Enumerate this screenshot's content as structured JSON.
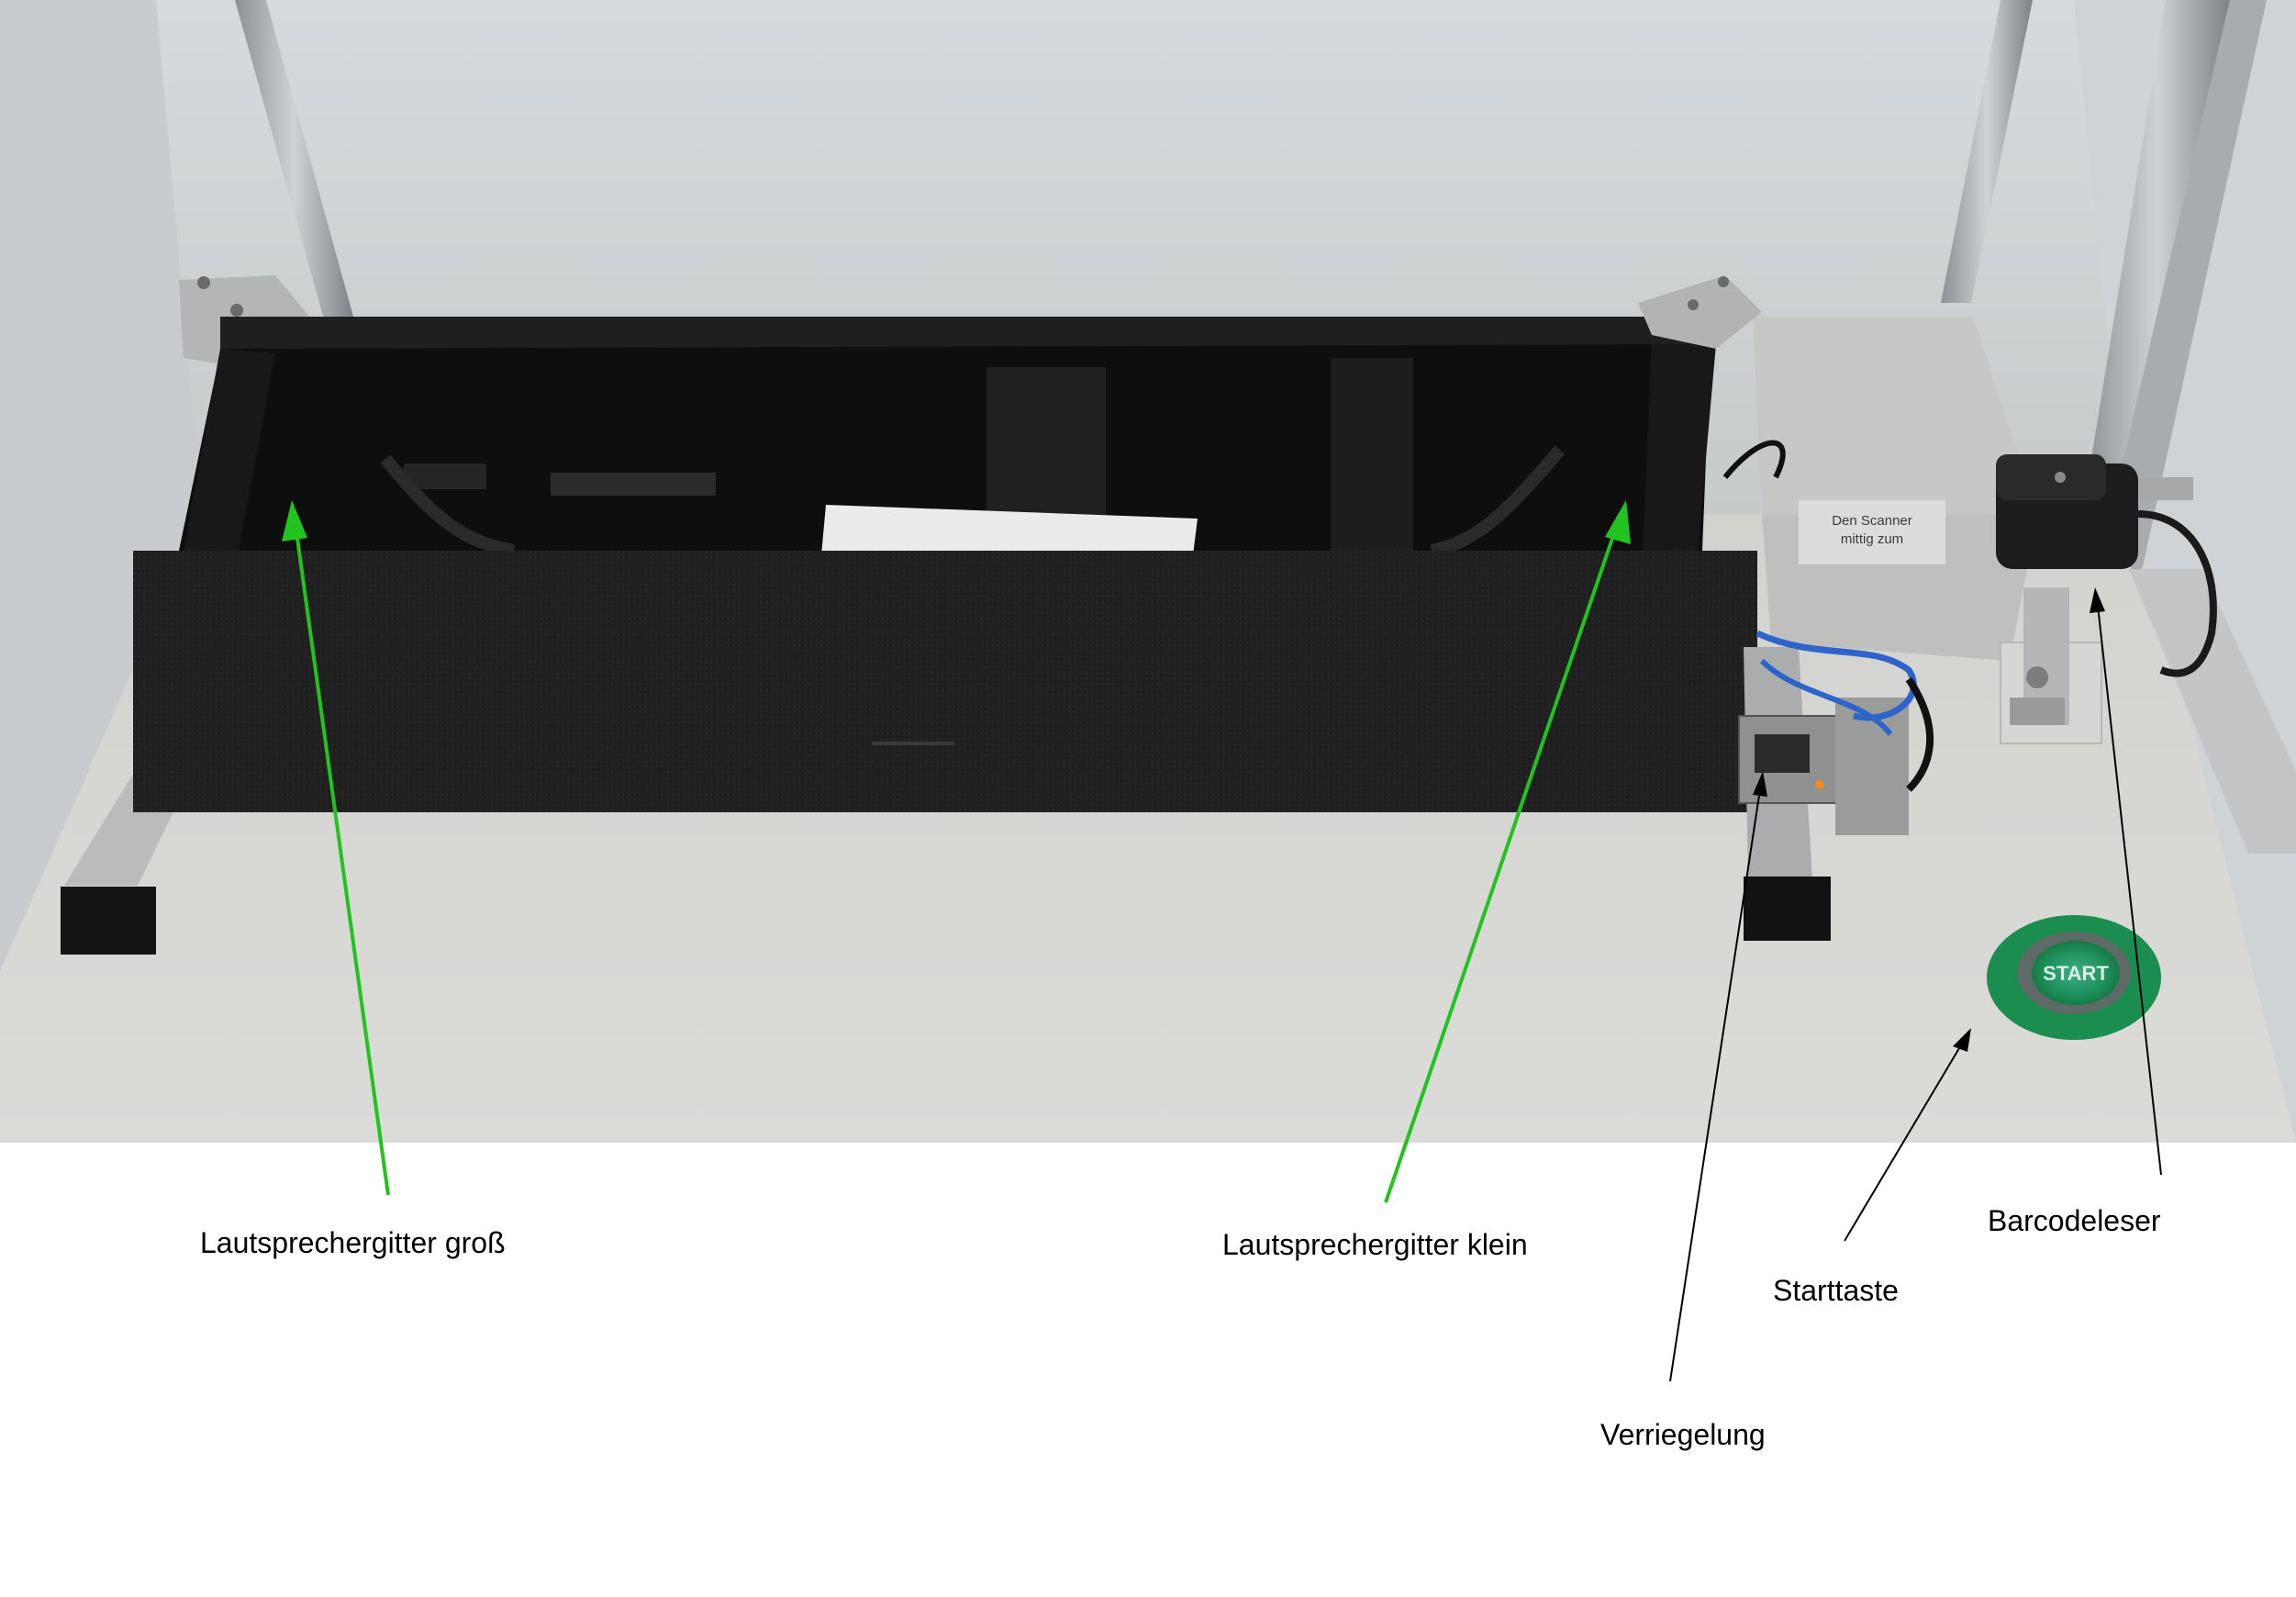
{
  "labels": {
    "speaker_grille_large": "Lautsprechergitter groß",
    "speaker_grille_small": "Lautsprechergitter klein",
    "barcode_reader": "Barcodeleser",
    "start_button": "Starttaste",
    "locking": "Verriegelung"
  },
  "photo_text": {
    "start_button": "START",
    "scanner_sign_line1": "Den Scanner",
    "scanner_sign_line2": "mittig zum"
  },
  "colors": {
    "arrow_green": "#22c31f",
    "arrow_black": "#000000",
    "start_button_green": "#1f9b57",
    "foam_black": "#1b1b1b",
    "background_white": "#ffffff"
  }
}
